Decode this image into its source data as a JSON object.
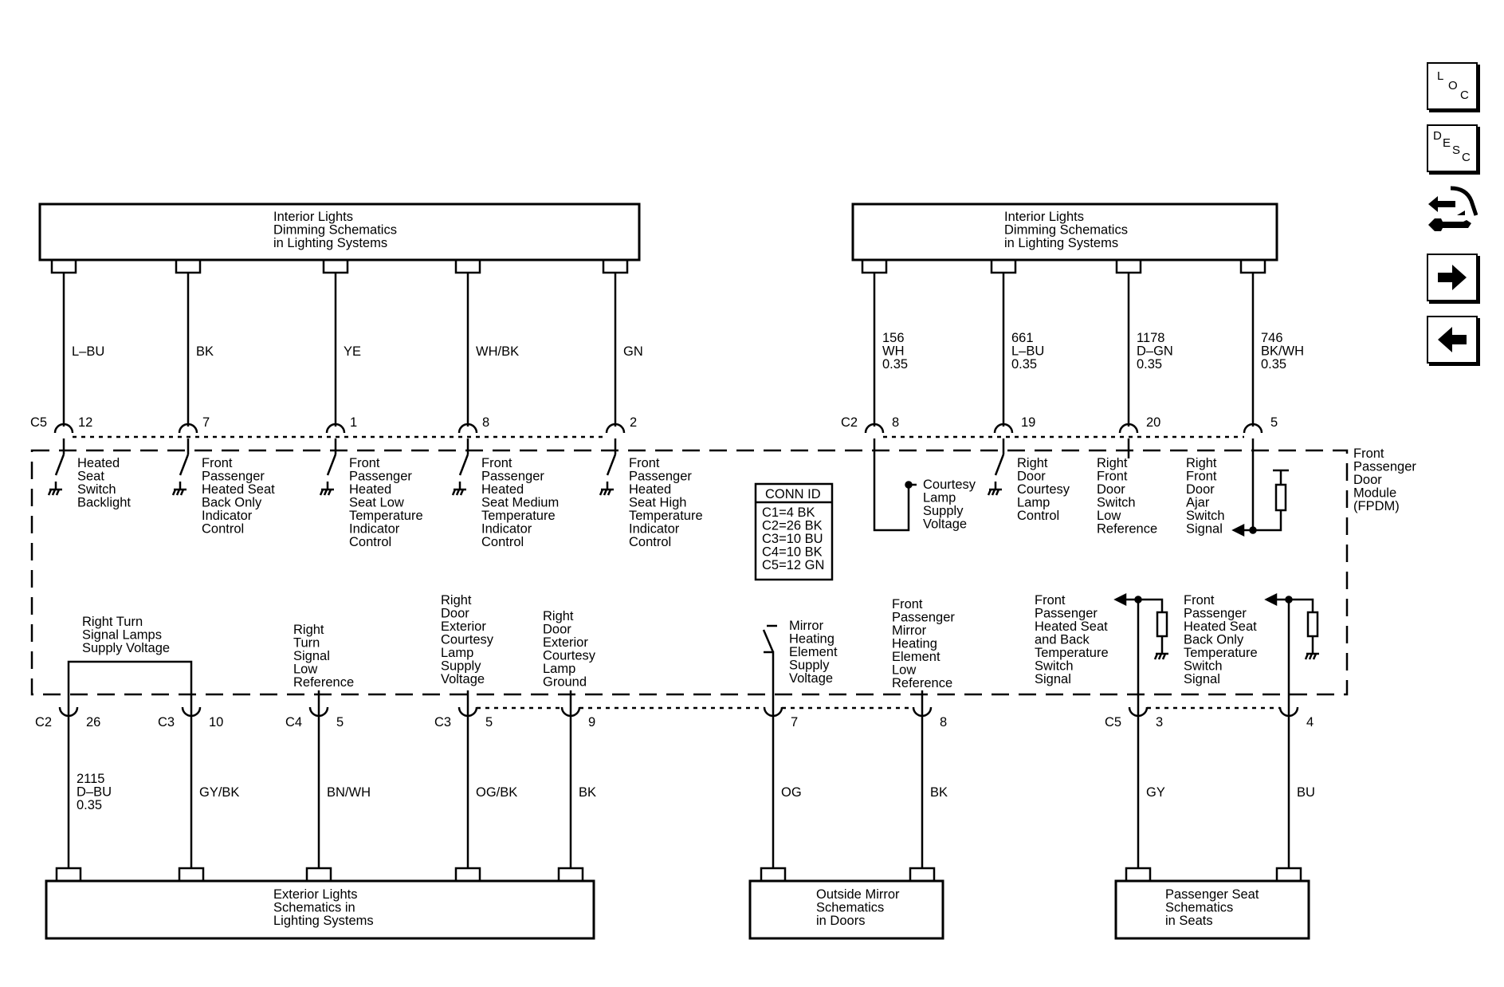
{
  "boxes": {
    "top_left": [
      "Interior Lights",
      "Dimming Schematics",
      "in Lighting Systems"
    ],
    "top_right": [
      "Interior Lights",
      "Dimming Schematics",
      "in Lighting Systems"
    ],
    "bottom_left": [
      "Exterior Lights",
      "Schematics in",
      "Lighting Systems"
    ],
    "bottom_mid": [
      "Outside Mirror",
      "Schematics",
      "in Doors"
    ],
    "bottom_right": [
      "Passenger Seat",
      "Schematics",
      "in Seats"
    ]
  },
  "module": {
    "label": [
      "Front",
      "Passenger",
      "Door",
      "Module",
      "(FPDM)"
    ]
  },
  "conn_id": {
    "title": "CONN ID",
    "lines": [
      "C1=4 BK",
      "C2=26 BK",
      "C3=10 BU",
      "C4=10 BK",
      "C5=12 GN"
    ]
  },
  "top_left_circuits": [
    {
      "wire": [
        "L–BU"
      ],
      "conn": "C5",
      "pin": "12",
      "desc": [
        "Heated",
        "Seat",
        "Switch",
        "Backlight"
      ]
    },
    {
      "wire": [
        "BK"
      ],
      "conn": "",
      "pin": "7",
      "desc": [
        "Front",
        "Passenger",
        "Heated Seat",
        "Back Only",
        "Indicator",
        "Control"
      ]
    },
    {
      "wire": [
        "YE"
      ],
      "conn": "",
      "pin": "1",
      "desc": [
        "Front",
        "Passenger",
        "Heated",
        "Seat Low",
        "Temperature",
        "Indicator",
        "Control"
      ]
    },
    {
      "wire": [
        "WH/BK"
      ],
      "conn": "",
      "pin": "8",
      "desc": [
        "Front",
        "Passenger",
        "Heated",
        "Seat Medium",
        "Temperature",
        "Indicator",
        "Control"
      ]
    },
    {
      "wire": [
        "GN"
      ],
      "conn": "",
      "pin": "2",
      "desc": [
        "Front",
        "Passenger",
        "Heated",
        "Seat High",
        "Temperature",
        "Indicator",
        "Control"
      ]
    }
  ],
  "top_right_circuits": [
    {
      "wire": [
        "156",
        "WH",
        "0.35"
      ],
      "conn": "C2",
      "pin": "8",
      "desc": [
        "Courtesy",
        "Lamp",
        "Supply",
        "Voltage"
      ]
    },
    {
      "wire": [
        "661",
        "L–BU",
        "0.35"
      ],
      "conn": "",
      "pin": "19",
      "desc": [
        "Right",
        "Door",
        "Courtesy",
        "Lamp",
        "Control"
      ]
    },
    {
      "wire": [
        "1178",
        "D–GN",
        "0.35"
      ],
      "conn": "",
      "pin": "20",
      "desc": [
        "Right",
        "Front",
        "Door",
        "Switch",
        "Low",
        "Reference"
      ]
    },
    {
      "wire": [
        "746",
        "BK/WH",
        "0.35"
      ],
      "conn": "",
      "pin": "5",
      "desc": [
        "Right",
        "Front",
        "Door",
        "Ajar",
        "Switch",
        "Signal"
      ]
    }
  ],
  "bottom_circuits": [
    {
      "wire": [
        "2115",
        "D–BU",
        "0.35"
      ],
      "conn": "C2",
      "pin": "26"
    },
    {
      "wire": [
        "GY/BK"
      ],
      "conn": "C3",
      "pin": "10"
    },
    {
      "wire": [
        "BN/WH"
      ],
      "conn": "C4",
      "pin": "5"
    },
    {
      "wire": [
        "OG/BK"
      ],
      "conn": "C3",
      "pin": "5"
    },
    {
      "wire": [
        "BK"
      ],
      "conn": "",
      "pin": "9"
    },
    {
      "wire": [
        "OG"
      ],
      "conn": "",
      "pin": "7"
    },
    {
      "wire": [
        "BK"
      ],
      "conn": "",
      "pin": "8"
    },
    {
      "wire": [
        "GY"
      ],
      "conn": "C5",
      "pin": "3"
    },
    {
      "wire": [
        "BU"
      ],
      "conn": "",
      "pin": "4"
    }
  ],
  "bottom_descs": {
    "turn_lamps": [
      "Right Turn",
      "Signal Lamps",
      "Supply Voltage"
    ],
    "turn_low_ref": [
      "Right",
      "Turn",
      "Signal",
      "Low",
      "Reference"
    ],
    "courtesy_supply": [
      "Right",
      "Door",
      "Exterior",
      "Courtesy",
      "Lamp",
      "Supply",
      "Voltage"
    ],
    "courtesy_ground": [
      "Right",
      "Door",
      "Exterior",
      "Courtesy",
      "Lamp",
      "Ground"
    ],
    "mirror_supply": [
      "Mirror",
      "Heating",
      "Element",
      "Supply",
      "Voltage"
    ],
    "mirror_low_ref": [
      "Front",
      "Passenger",
      "Mirror",
      "Heating",
      "Element",
      "Low",
      "Reference"
    ],
    "seat_temp": [
      "Front",
      "Passenger",
      "Heated Seat",
      "and Back",
      "Temperature",
      "Switch",
      "Signal"
    ],
    "seat_back_temp": [
      "Front",
      "Passenger",
      "Heated Seat",
      "Back Only",
      "Temperature",
      "Switch",
      "Signal"
    ]
  },
  "nav": {
    "loc": [
      "L",
      "O",
      "C"
    ],
    "desc": [
      "D",
      "E",
      "S",
      "C"
    ]
  }
}
